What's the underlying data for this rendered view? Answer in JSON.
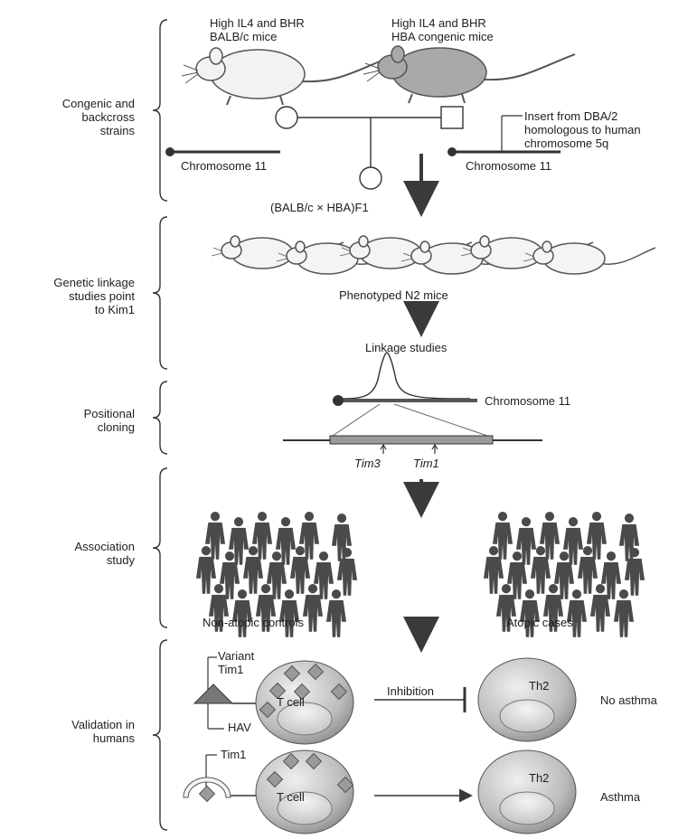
{
  "sections": [
    {
      "id": "congenic",
      "label": "Congenic and backcross strains",
      "lines": [
        "Congenic and",
        "backcross",
        "strains"
      ]
    },
    {
      "id": "linkage",
      "label": "Genetic linkage studies point to Kim1",
      "lines": [
        "Genetic linkage",
        "studies point",
        "to Kim1"
      ]
    },
    {
      "id": "cloning",
      "label": "Positional cloning",
      "lines": [
        "Positional",
        "cloning"
      ]
    },
    {
      "id": "association",
      "label": "Association study",
      "lines": [
        "Association",
        "study"
      ]
    },
    {
      "id": "validation",
      "label": "Validation in humans",
      "lines": [
        "Validation in",
        "humans"
      ]
    }
  ],
  "mice": {
    "balbc": [
      "High IL4 and BHR",
      "BALB/c mice"
    ],
    "hba": [
      "High IL4 and BHR",
      "HBA congenic mice"
    ]
  },
  "insert_note": [
    "Insert from DBA/2",
    "homologous to human",
    "chromosome 5q"
  ],
  "chromosome_label": "Chromosome 11",
  "f1_label": "(BALB/c × HBA)F1",
  "n2_label": "Phenotyped N2 mice",
  "linkage_label": "Linkage studies",
  "genes": {
    "tim3": "Tim3",
    "tim1": "Tim1"
  },
  "groups": {
    "controls": "Non-atopic controls",
    "cases": "Atopic cases"
  },
  "validation": {
    "variant": [
      "Variant",
      "Tim1"
    ],
    "hav": "HAV",
    "tcell": "T cell",
    "inhibition": "Inhibition",
    "th2": "Th2",
    "no_asthma": "No asthma",
    "tim1": "Tim1",
    "asthma": "Asthma"
  },
  "colors": {
    "ink": "#2a2a2a",
    "mouse_light": "#f2f2f2",
    "mouse_dark": "#a9a9a9",
    "cell": "#bfbfbf",
    "cell_inner": "#d9d9d9",
    "diamond": "#9a9a9a",
    "person": "#4a4a4a"
  }
}
